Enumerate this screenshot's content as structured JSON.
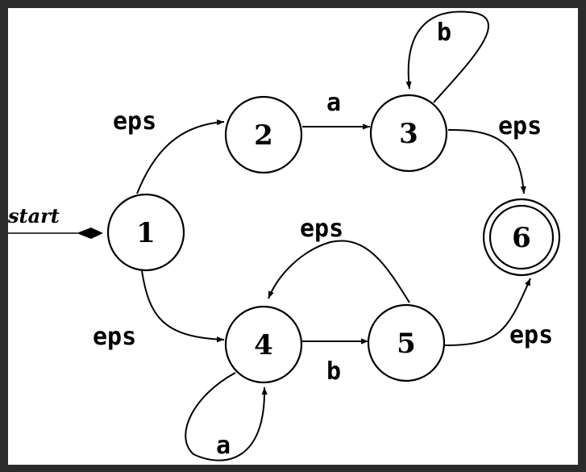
{
  "diagram": {
    "start_label": "start",
    "states": [
      {
        "id": "1",
        "label": "1",
        "accepting": false
      },
      {
        "id": "2",
        "label": "2",
        "accepting": false
      },
      {
        "id": "3",
        "label": "3",
        "accepting": false
      },
      {
        "id": "4",
        "label": "4",
        "accepting": false
      },
      {
        "id": "5",
        "label": "5",
        "accepting": false
      },
      {
        "id": "6",
        "label": "6",
        "accepting": true
      }
    ],
    "transitions": [
      {
        "from": "1",
        "to": "2",
        "label": "eps"
      },
      {
        "from": "2",
        "to": "3",
        "label": "a"
      },
      {
        "from": "3",
        "to": "3",
        "label": "b"
      },
      {
        "from": "3",
        "to": "6",
        "label": "eps"
      },
      {
        "from": "1",
        "to": "4",
        "label": "eps"
      },
      {
        "from": "4",
        "to": "4",
        "label": "a"
      },
      {
        "from": "4",
        "to": "5",
        "label": "b"
      },
      {
        "from": "5",
        "to": "4",
        "label": "eps"
      },
      {
        "from": "5",
        "to": "6",
        "label": "eps"
      }
    ]
  }
}
